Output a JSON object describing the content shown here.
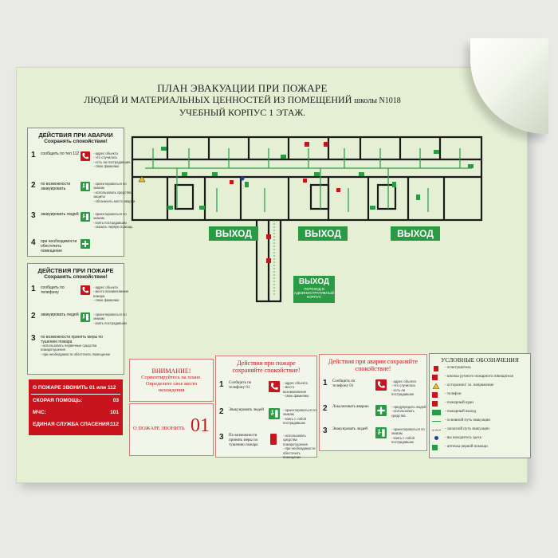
{
  "title": {
    "line1": "ПЛАН ЭВАКУАЦИИ ПРИ ПОЖАРЕ",
    "line2": "ЛЮДЕЙ И МАТЕРИАЛЬНЫХ ЦЕННОСТЕЙ ИЗ ПОМЕЩЕНИЙ",
    "line2_suffix": "школы N1018",
    "line3": "УЧЕБНЫЙ КОРПУС 1 ЭТАЖ."
  },
  "accident_panel": {
    "title": "ДЕЙСТВИЯ ПРИ АВАРИИ",
    "subtitle": "Сохранять спокойствие!",
    "rows": [
      {
        "num": "1",
        "text": "сообщить по тел 112",
        "notes": "- адрес объекта\n- что случилось\n- есть ли пострадавшие\n- свою фамилию"
      },
      {
        "num": "2",
        "text": "по возможности эвакуировать",
        "notes": "- ориентироваться по знакам\n- использовать средства защиты\n- обозначить место аварии"
      },
      {
        "num": "3",
        "text": "эвакуировать людей",
        "notes": "- ориентироваться по знакам\n- взять пострадавших\n- оказать первую помощь"
      },
      {
        "num": "4",
        "text": "при необходимости обесточить помещение",
        "notes": ""
      }
    ]
  },
  "fire_panel": {
    "title": "ДЕЙСТВИЯ ПРИ ПОЖАРЕ",
    "subtitle": "Сохранять спокойствие!",
    "rows": [
      {
        "num": "1",
        "text": "сообщить по телефону",
        "notes": "- адрес объекта\n- место возникновения пожара\n- свою фамилию"
      },
      {
        "num": "2",
        "text": "эвакуировать людей",
        "notes": "- ориентироваться по знакам\n- взять пострадавших"
      },
      {
        "num": "3",
        "text": "по возможности принять меры по тушению пожара",
        "notes": "- использовать первичные средства пожаротушения\n- при необходимости обесточить помещение"
      }
    ]
  },
  "phones": {
    "fire": {
      "label": "О ПОЖАРЕ ЗВОНИТЬ 01 или 112",
      "value": ""
    },
    "ambulance": {
      "label": "СКОРАЯ ПОМОЩЬ:",
      "value": "03"
    },
    "mchs": {
      "label": "МЧС:",
      "value": "101"
    },
    "rescue": {
      "label": "ЕДИНАЯ СЛУЖБА СПАСЕНИЯ:",
      "value": "112"
    }
  },
  "exits": {
    "left": "ВЫХОД",
    "middle": "ВЫХОД",
    "right": "ВЫХОД",
    "corridor_title": "ВЫХОД",
    "corridor_sub": "ПЕРЕХОД В АДМИНИСТРАТИВНЫЙ КОРПУС"
  },
  "attention": {
    "title": "ВНИМАНИЕ!",
    "text": "Сориентируйтесь на плане. Определите свое место нахождения"
  },
  "fire_call": {
    "label": "О ПОЖАРЕ ЗВОНИТЬ",
    "number": "01"
  },
  "bottom_fire": {
    "title": "Действия при пожаре сохраняйте спокойствие!",
    "rows": [
      {
        "num": "1",
        "text": "Сообщить по телефону 01",
        "notes": "- адрес объекта\n- место возникновения\n- свою фамилию"
      },
      {
        "num": "2",
        "text": "Эвакуировать людей",
        "notes": "- ориентироваться по знакам\n- взять с собой пострадавших"
      },
      {
        "num": "3",
        "text": "По возможности принять меры по тушению пожара",
        "notes": "- использовать средства пожаротушения\n- при необходимости обесточить помещение"
      }
    ]
  },
  "bottom_accident": {
    "title": "Действия при аварии сохраняйте спокойствие!",
    "rows": [
      {
        "num": "1",
        "text": "Сообщить по телефону 01",
        "notes": "- адрес объекта\n- что случилось\n- есть ли пострадавшие"
      },
      {
        "num": "2",
        "text": "Локализовать аварию",
        "notes": "- предупредить людей\n- использовать средства"
      },
      {
        "num": "3",
        "text": "Эвакуировать людей",
        "notes": "- ориентироваться по знакам\n- взять с собой пострадавших"
      }
    ]
  },
  "legend": {
    "title": "УСЛОВНЫЕ ОБОЗНАЧЕНИЯ",
    "items": [
      {
        "label": "- огнетушитель",
        "kind": "red"
      },
      {
        "label": "- кнопка ручного пожарного извещателя",
        "kind": "red"
      },
      {
        "label": "- осторожно! эл. напряжение",
        "kind": "yellow"
      },
      {
        "label": "- телефон",
        "kind": "red"
      },
      {
        "label": "- пожарный кран",
        "kind": "red"
      },
      {
        "label": "- пожарный выход",
        "kind": "green"
      },
      {
        "label": "- основной путь эвакуации",
        "kind": "line-green"
      },
      {
        "label": "- запасной путь эвакуации",
        "kind": "line-dash"
      },
      {
        "label": "- вы находитесь здесь",
        "kind": "dot"
      },
      {
        "label": "- аптечка первой помощи",
        "kind": "green-cross"
      }
    ]
  },
  "colors": {
    "red": "#c8141c",
    "green": "#2b9a45",
    "paper": "#e4efd4"
  }
}
